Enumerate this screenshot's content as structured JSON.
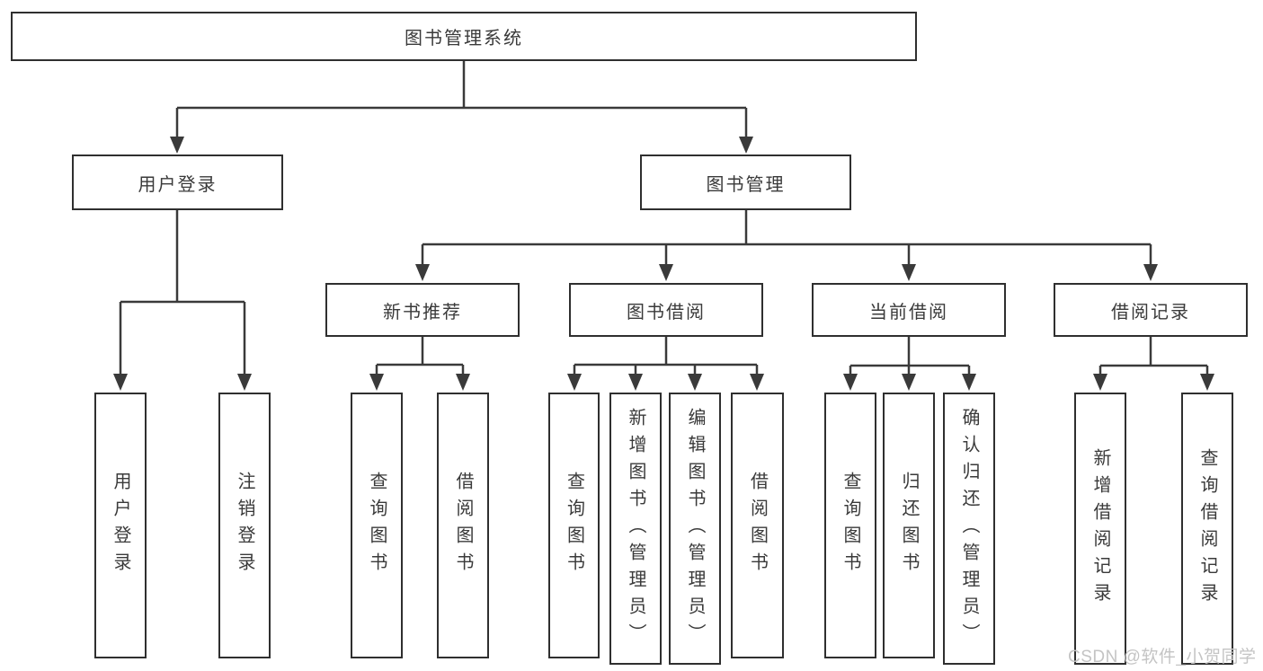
{
  "diagram": {
    "title": "图书管理系统",
    "watermark": "CSDN @软件_小贺同学",
    "colors": {
      "line": "#3a3a3a",
      "border": "#2f2f2f",
      "text": "#3a3a3a",
      "watermark": "#c4c4c4",
      "background": "#ffffff"
    },
    "level2": [
      {
        "label": "用户登录"
      },
      {
        "label": "图书管理"
      }
    ],
    "level3": [
      {
        "label": "新书推荐",
        "parent": "图书管理"
      },
      {
        "label": "图书借阅",
        "parent": "图书管理"
      },
      {
        "label": "当前借阅",
        "parent": "图书管理"
      },
      {
        "label": "借阅记录",
        "parent": "图书管理"
      }
    ],
    "leaves": [
      {
        "label": "用户登录",
        "parent": "用户登录"
      },
      {
        "label": "注销登录",
        "parent": "用户登录"
      },
      {
        "label": "查询图书",
        "parent": "新书推荐"
      },
      {
        "label": "借阅图书",
        "parent": "新书推荐"
      },
      {
        "label": "查询图书",
        "parent": "图书借阅"
      },
      {
        "label": "新增图书（管理员）",
        "parent": "图书借阅"
      },
      {
        "label": "编辑图书（管理员）",
        "parent": "图书借阅"
      },
      {
        "label": "借阅图书",
        "parent": "图书借阅"
      },
      {
        "label": "查询图书",
        "parent": "当前借阅"
      },
      {
        "label": "归还图书",
        "parent": "当前借阅"
      },
      {
        "label": "确认归还（管理员）",
        "parent": "当前借阅"
      },
      {
        "label": "新增借阅记录",
        "parent": "借阅记录"
      },
      {
        "label": "查询借阅记录",
        "parent": "借阅记录"
      }
    ]
  }
}
